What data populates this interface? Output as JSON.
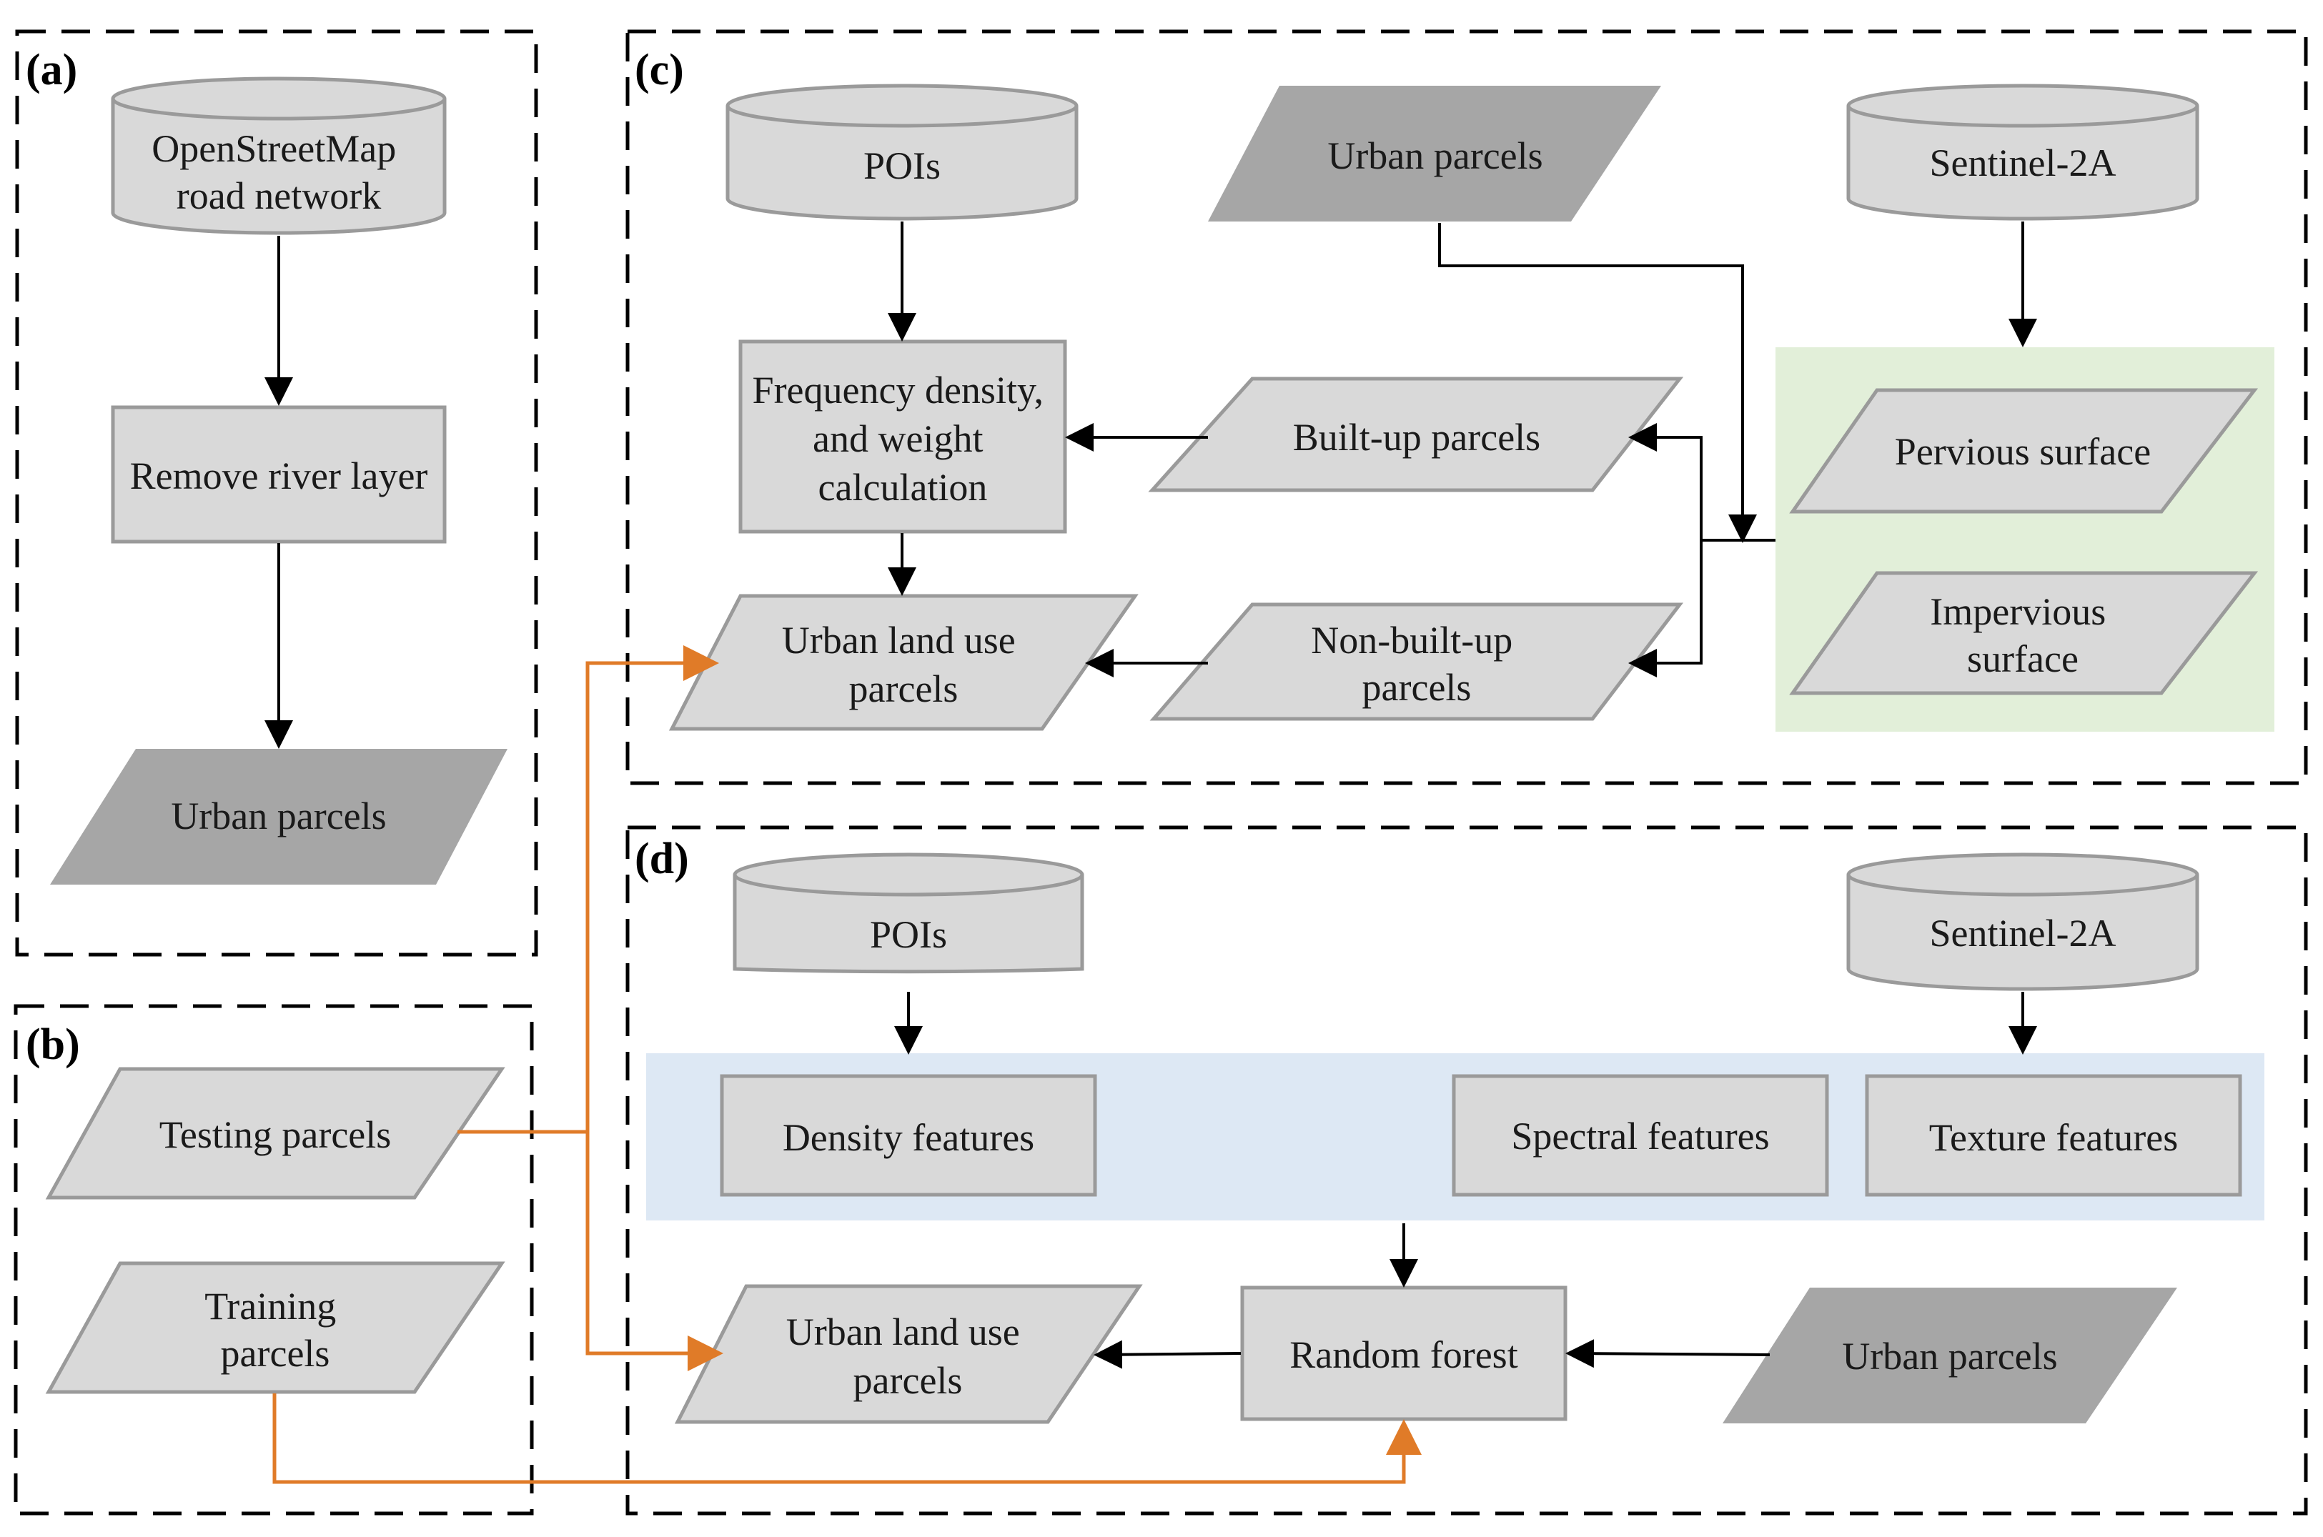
{
  "colors": {
    "shape_fill": "#d9d9d9",
    "shape_fill_dark": "#a6a6a6",
    "shape_stroke": "#9a9a9a",
    "green_bg": "#e2efd9",
    "blue_bg": "#dde8f4",
    "arrow_black": "#000000",
    "arrow_orange": "#e07b28",
    "border_dash": "#000000"
  },
  "panels": {
    "a": "(a)",
    "b": "(b)",
    "c": "(c)",
    "d": "(d)"
  },
  "panel_a": {
    "source": [
      "OpenStreetMap",
      "road network"
    ],
    "process": "Remove river layer",
    "output": "Urban parcels"
  },
  "panel_b": {
    "testing": "Testing parcels",
    "training": [
      "Training",
      "parcels"
    ]
  },
  "panel_c": {
    "pois": "POIs",
    "urban_parcels": "Urban parcels",
    "sentinel": "Sentinel-2A",
    "frequency": [
      "Frequency density,",
      "and weight",
      "calculation"
    ],
    "built_up": "Built-up parcels",
    "pervious": "Pervious surface",
    "impervious": [
      "Impervious",
      "surface"
    ],
    "urban_land_use": [
      "Urban land use",
      "parcels"
    ],
    "non_built_up": [
      "Non-built-up",
      "parcels"
    ]
  },
  "panel_d": {
    "pois": "POIs",
    "sentinel": "Sentinel-2A",
    "density": "Density features",
    "spectral": "Spectral features",
    "texture": "Texture features",
    "random_forest": "Random forest",
    "urban_land_use": [
      "Urban land use",
      "parcels"
    ],
    "urban_parcels": "Urban parcels"
  }
}
